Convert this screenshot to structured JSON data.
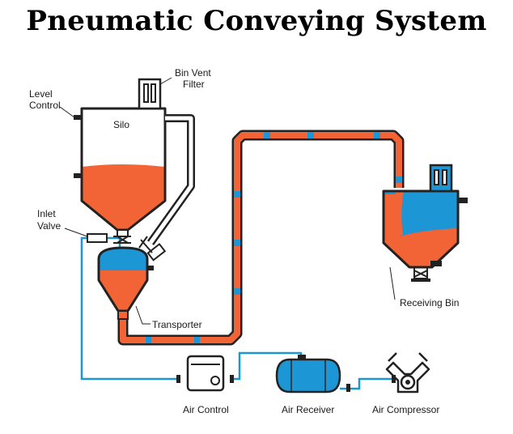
{
  "title": "Pneumatic Conveying System",
  "labels": {
    "bin_vent_filter": [
      "Bin Vent",
      "Filter"
    ],
    "level_control": [
      "Level",
      "Control"
    ],
    "silo": "Silo",
    "inlet_valve": [
      "Inlet",
      "Valve"
    ],
    "transporter": "Transporter",
    "receiving_bin": "Receiving Bin",
    "air_control": "Air Control",
    "air_receiver": "Air Receiver",
    "air_compressor": "Air Compressor"
  },
  "colors": {
    "material": "#f26436",
    "air": "#1d96d6",
    "outline": "#222222",
    "vent_pipe": "#ffffff"
  }
}
